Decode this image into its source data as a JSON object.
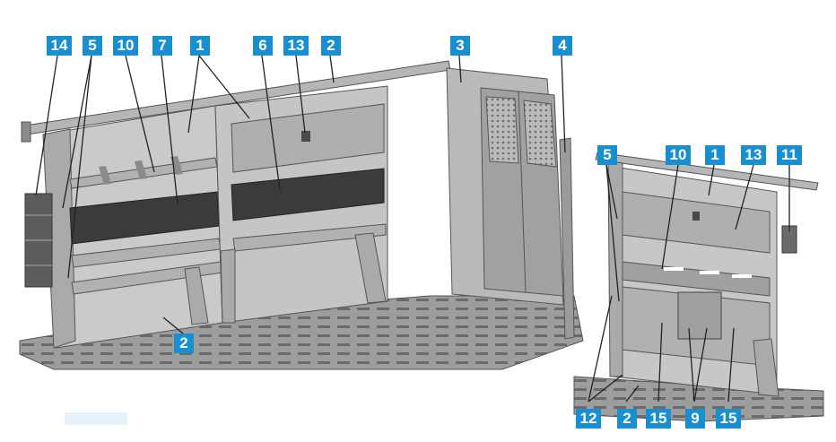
{
  "diagram": {
    "callouts": {
      "c14": "14",
      "c5a": "5",
      "c10a": "10",
      "c7": "7",
      "c1a": "1",
      "c6": "6",
      "c13a": "13",
      "c2a": "2",
      "c3": "3",
      "c4": "4",
      "c2b": "2",
      "c5b": "5",
      "c10b": "10",
      "c1b": "1",
      "c13b": "13",
      "c11": "11",
      "c12": "12",
      "c2c": "2",
      "c15a": "15",
      "c9": "9",
      "c15b": "15"
    },
    "colors": {
      "callout": "#1a8fd0",
      "steel_light": "#c9cacb",
      "steel_mid": "#a9aaab",
      "steel_dark": "#7b7c7d",
      "bin": "#3a3b3c",
      "line": "#555555"
    }
  }
}
